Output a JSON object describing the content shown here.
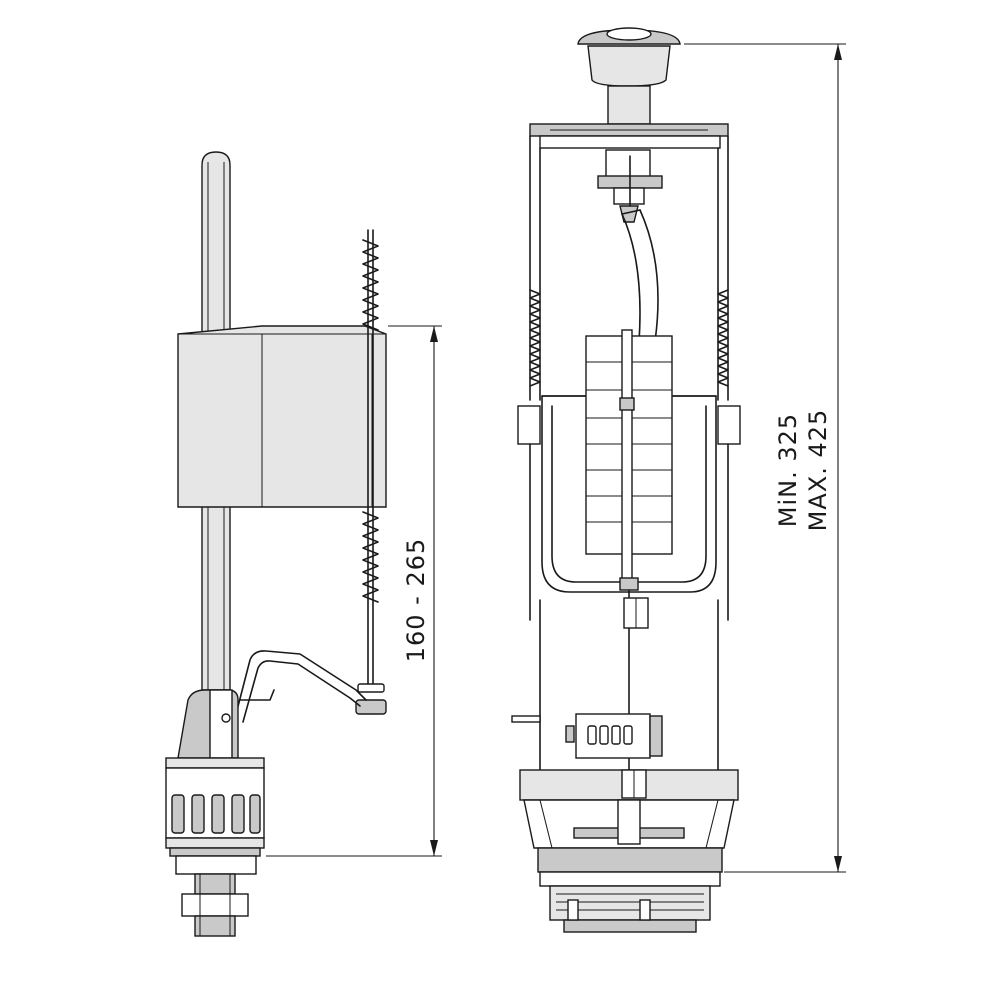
{
  "dimensions": {
    "fill_valve_height": "160 - 265",
    "flush_valve_min": "MiN. 325",
    "flush_valve_max": "MAX. 425"
  }
}
